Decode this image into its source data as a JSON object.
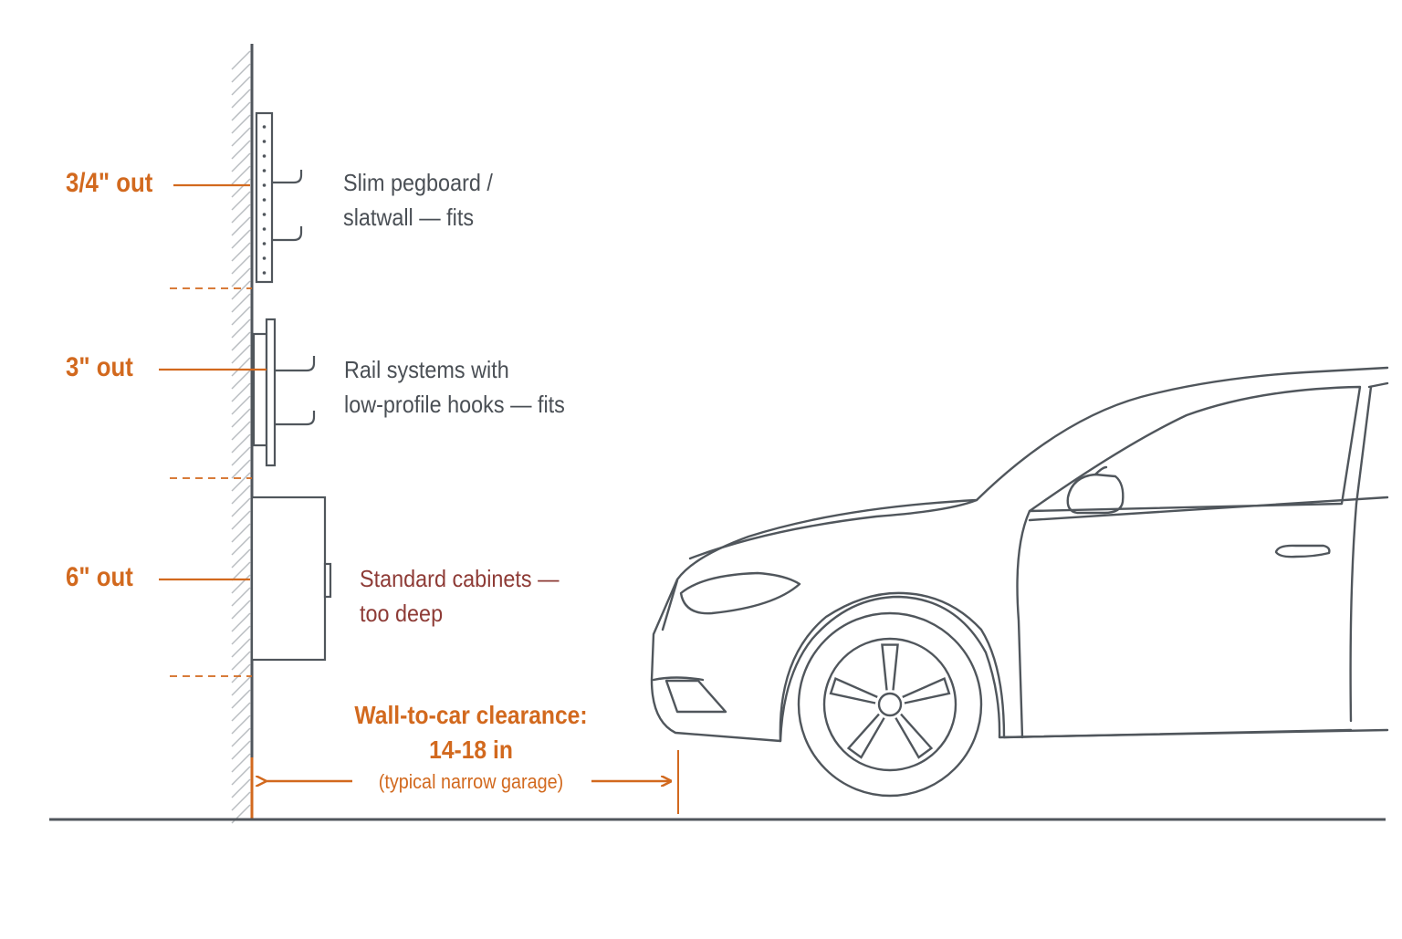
{
  "depths": [
    {
      "value": "3/4\" out",
      "line1": "Slim pegboard /",
      "line2": "slatwall — fits",
      "fits": true
    },
    {
      "value": "3\" out",
      "line1": "Rail systems with",
      "line2": "low-profile hooks — fits",
      "fits": true
    },
    {
      "value": "6\" out",
      "line1": "Standard cabinets —",
      "line2": "too deep",
      "fits": false
    }
  ],
  "clearance": {
    "title": "Wall-to-car clearance:",
    "range": "14-18 in",
    "note": "(typical narrow garage)"
  },
  "colors": {
    "accent": "#d2691e",
    "ink": "#4a4f55",
    "warn": "#8e3b36",
    "hatch": "#b9bdc1"
  }
}
